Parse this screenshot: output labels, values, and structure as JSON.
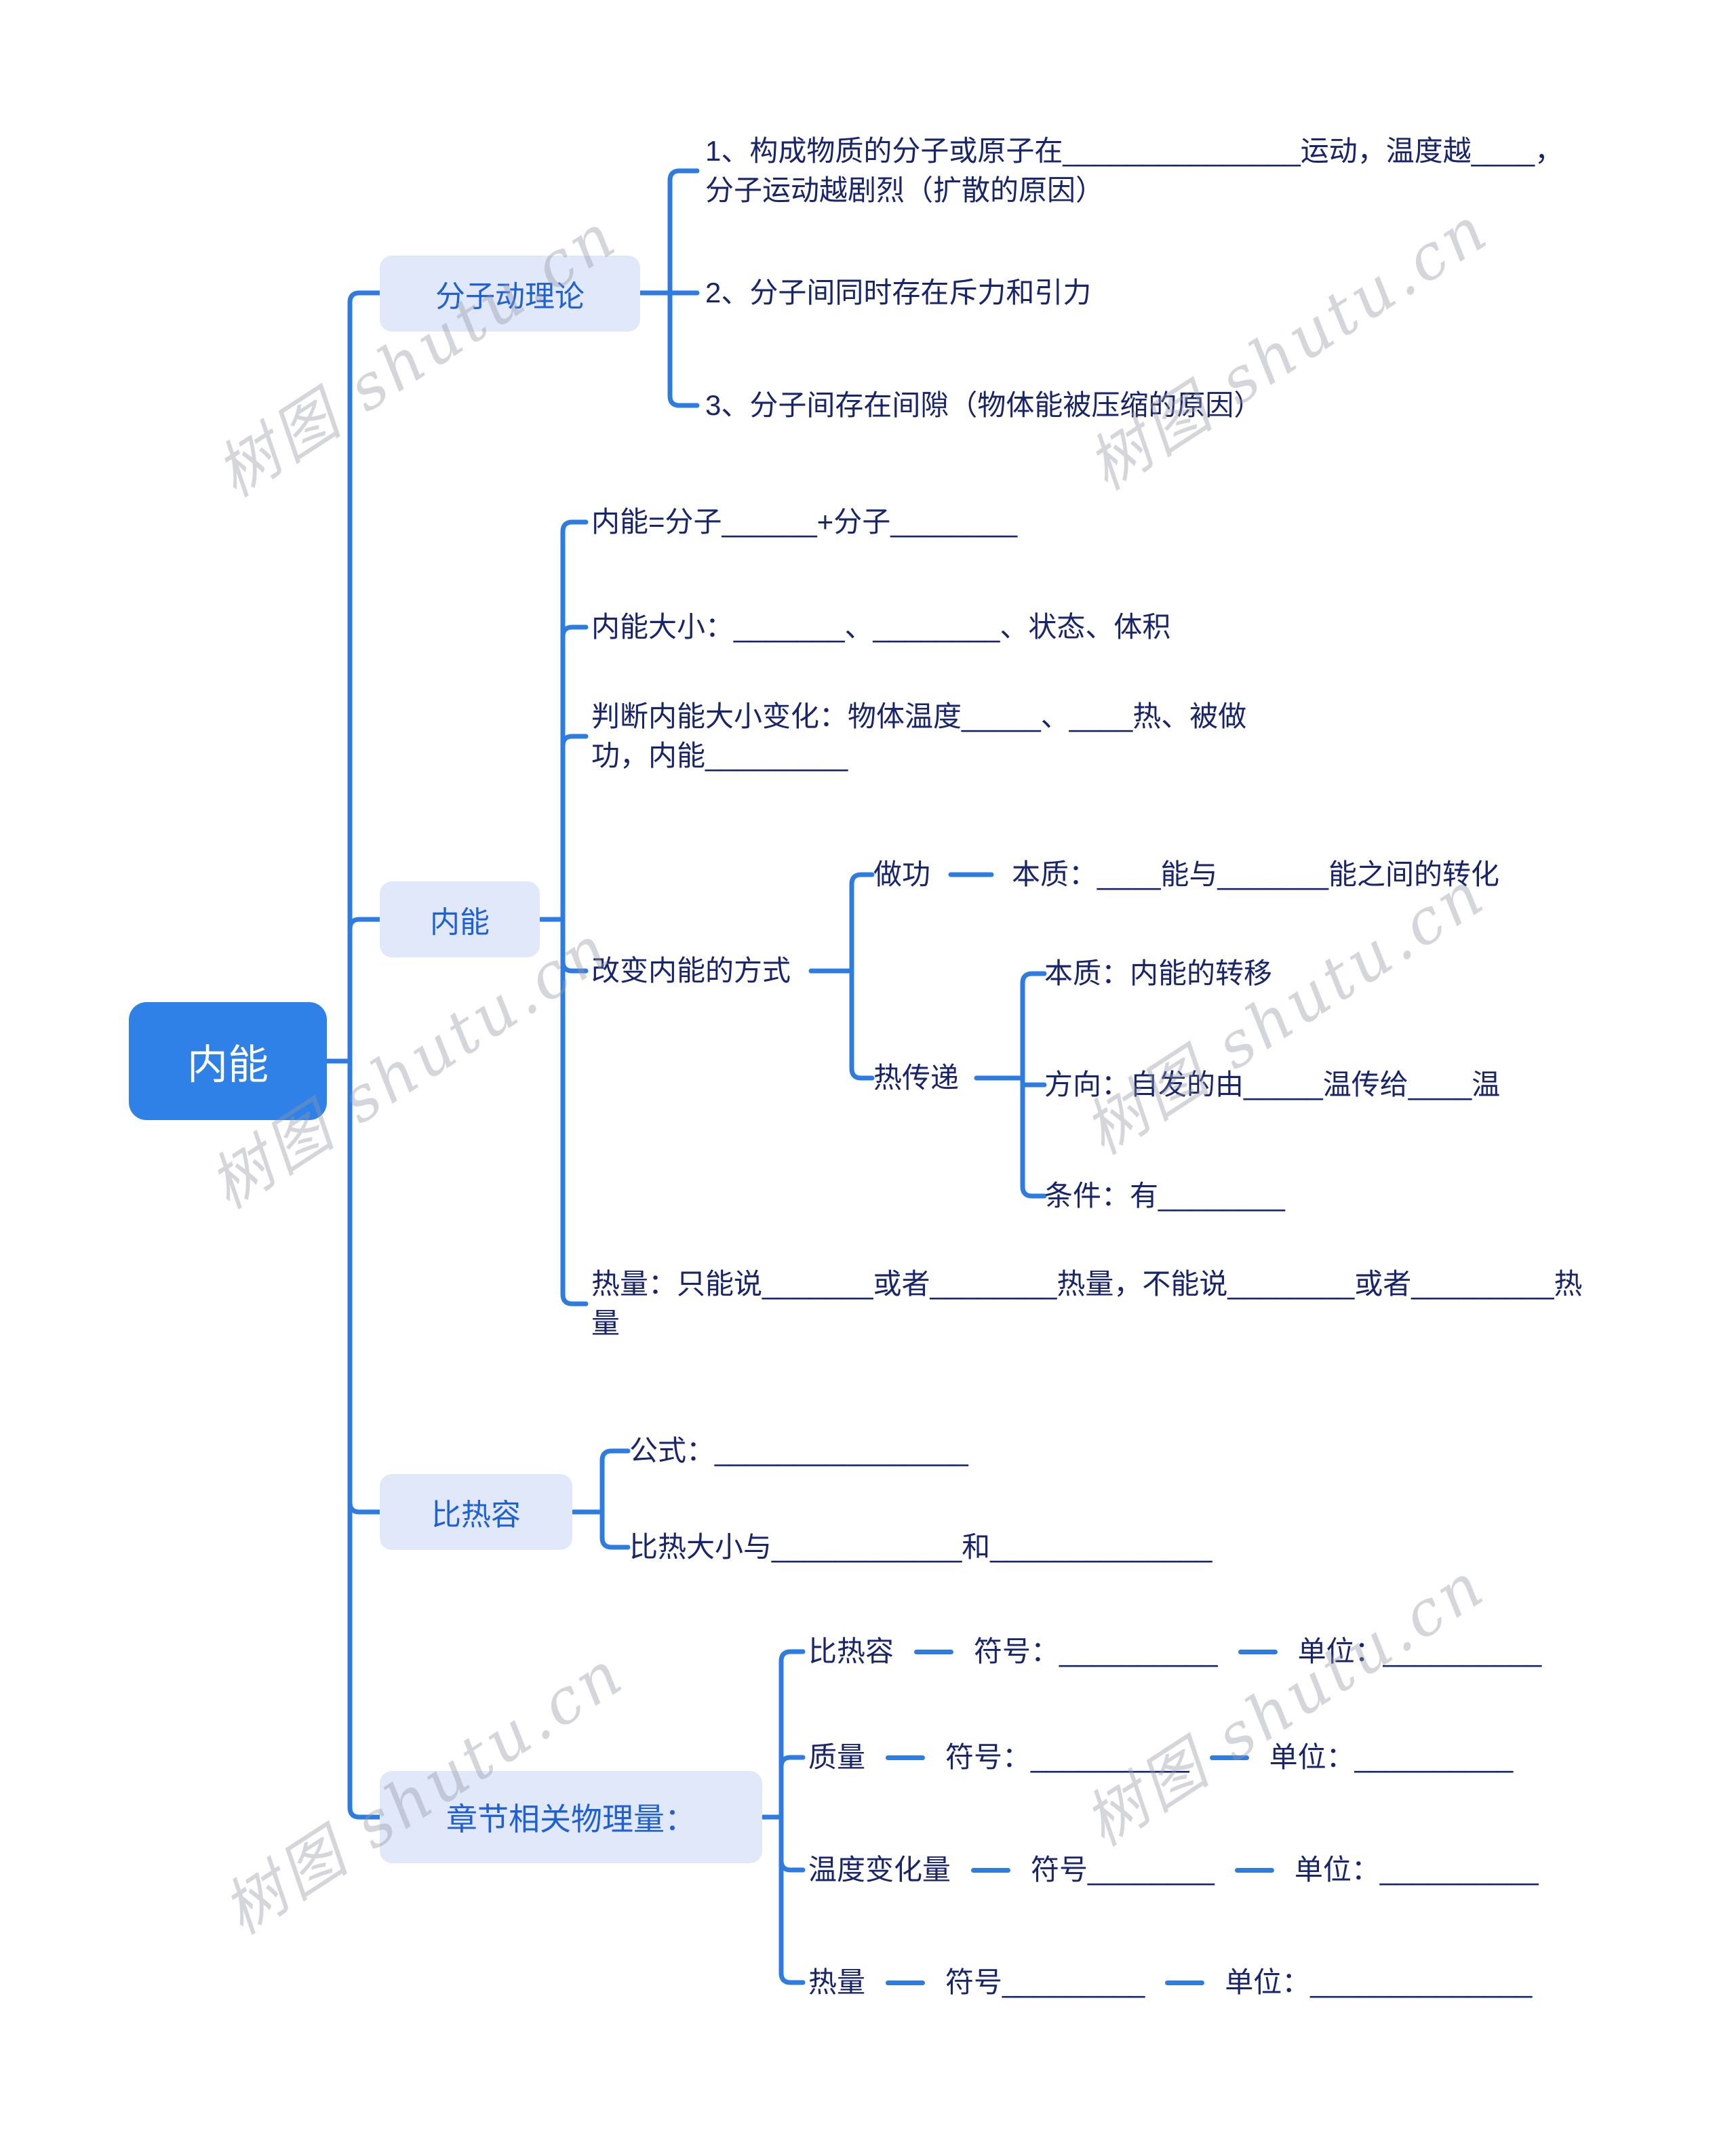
{
  "watermark": {
    "text": "树图 shutu.cn"
  },
  "colors": {
    "line": "#2e7ce0",
    "root_bg": "#2f81e8",
    "node_bg": "#e1e8fa",
    "node_text": "#1f60d2",
    "body_text": "#18256b"
  },
  "root": {
    "label": "内能"
  },
  "molecular_theory": {
    "label": "分子动理论",
    "item1": "1、构成物质的分子或原子在_______________运动，温度越____，\n分子运动越剧烈（扩散的原因）",
    "item2": "2、分子间同时存在斥力和引力",
    "item3": "3、分子间存在间隙（物体能被压缩的原因）"
  },
  "internal_energy": {
    "label": "内能",
    "definition": "内能=分子______+分子________",
    "size_factors": "内能大小：_______、________、状态、体积",
    "judge_change": "判断内能大小变化：物体温度_____、____热、被做\n功，内能_________",
    "change_methods_label": "改变内能的方式",
    "work_label": "做功",
    "work_essence": "本质：____能与_______能之间的转化",
    "heat_transfer_label": "热传递",
    "ht_essence": "本质：内能的转移",
    "ht_direction": "方向：自发的由_____温传给____温",
    "ht_condition": "条件：有________",
    "heat_note": "热量：只能说_______或者________热量，不能说________或者_________热\n量"
  },
  "specific_heat": {
    "label": "比热容",
    "formula": "公式：________________",
    "relation": "比热大小与____________和______________"
  },
  "quantities": {
    "label": "章节相关物理量：",
    "rows": [
      {
        "name": "比热容",
        "symbol": "符号：__________",
        "unit": "单位：__________"
      },
      {
        "name": "质量",
        "symbol": "符号：__________",
        "unit": "单位：__________"
      },
      {
        "name": "温度变化量",
        "symbol": "符号________",
        "unit": "单位：__________"
      },
      {
        "name": "热量",
        "symbol": "符号_________",
        "unit": "单位：______________"
      }
    ]
  }
}
